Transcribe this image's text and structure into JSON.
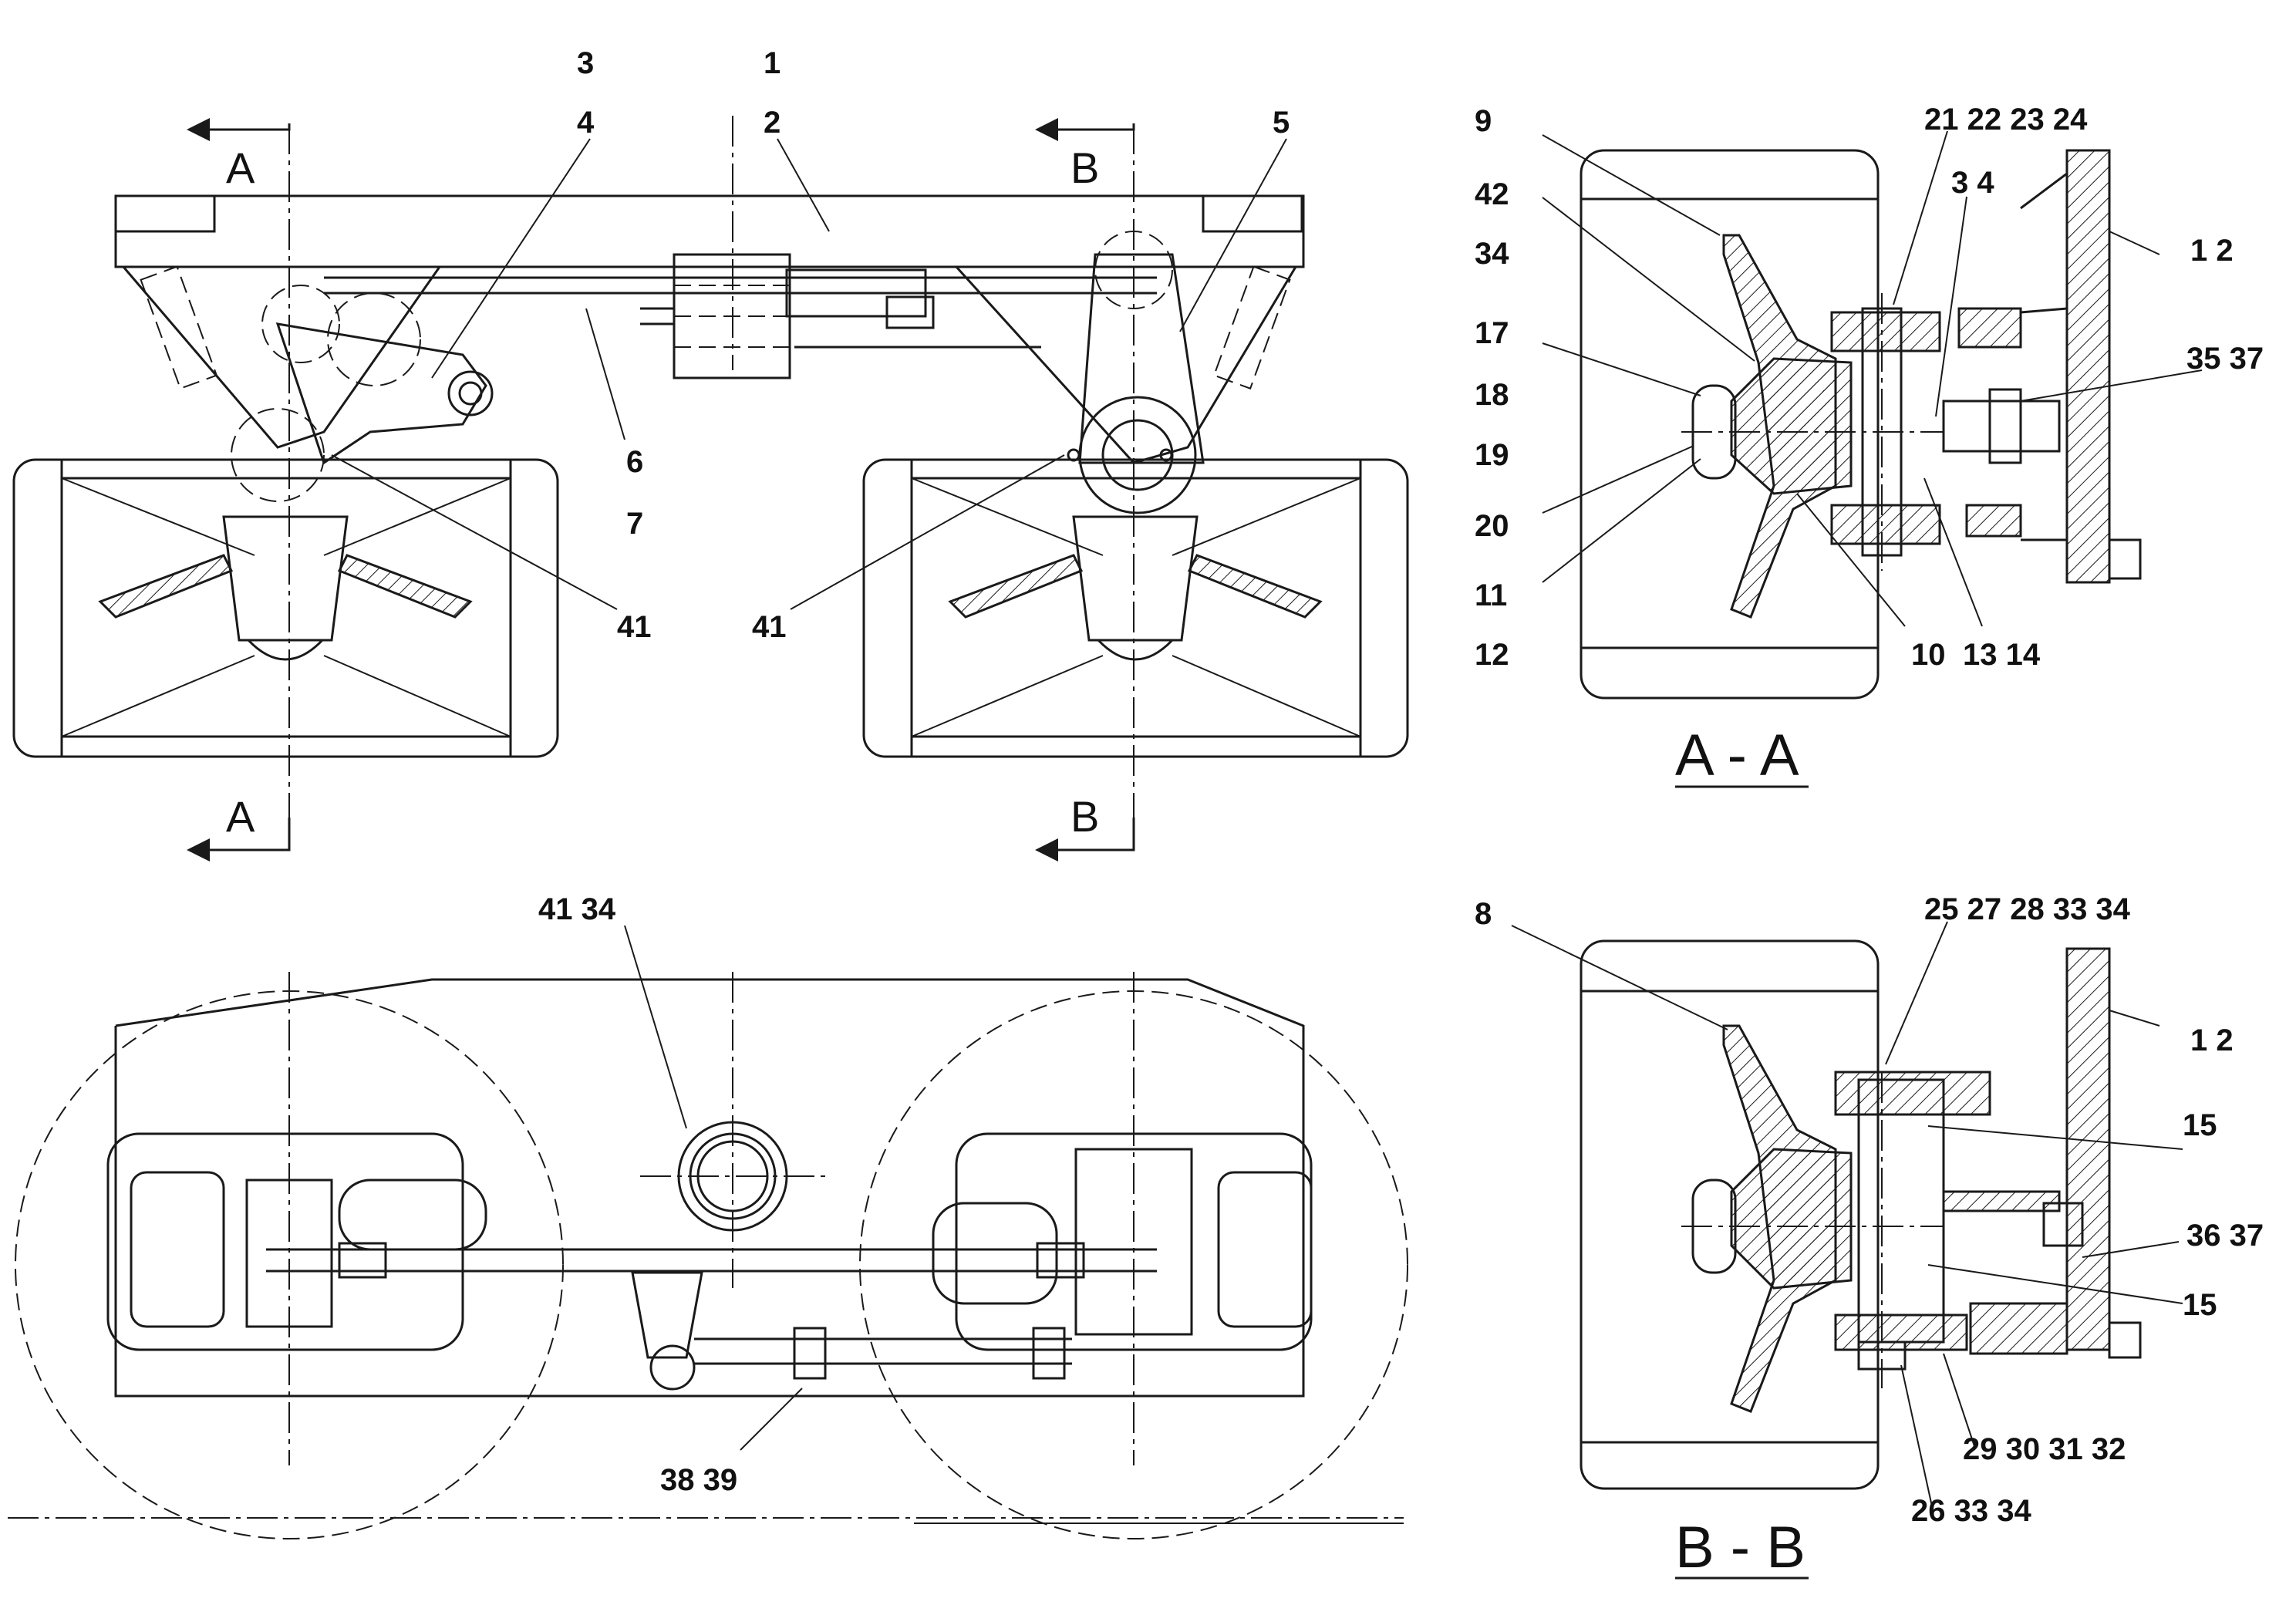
{
  "section_a_label": "A - A",
  "section_b_label": "B - B",
  "section_markers": {
    "a": "A",
    "b": "B"
  },
  "callouts_top": {
    "c3": "3",
    "c1": "1",
    "c4": "4",
    "c2": "2",
    "c5": "5",
    "c6": "6",
    "c7": "7",
    "c41a": "41",
    "c41b": "41"
  },
  "callouts_bottom": {
    "c41_34": "41   34",
    "c38_39": "38   39"
  },
  "callouts_aa": {
    "c9": "9",
    "c42": "42",
    "c34": "34",
    "c17": "17",
    "c18": "18",
    "c19": "19",
    "c20": "20",
    "c11": "11",
    "c12": "12",
    "c10": "10",
    "c21_24": "21   22   23   24",
    "c3_4": "3    4",
    "c1_2": "1    2",
    "c35_37": "35   37",
    "c13_14": "13   14"
  },
  "callouts_bb": {
    "c8": "8",
    "c25_34": "25   27   28   33   34",
    "c1_2": "1    2",
    "c15a": "15",
    "c36_37": "36   37",
    "c15b": "15",
    "c29_32": "29   30   31   32",
    "c26_34": "26   33   34"
  }
}
